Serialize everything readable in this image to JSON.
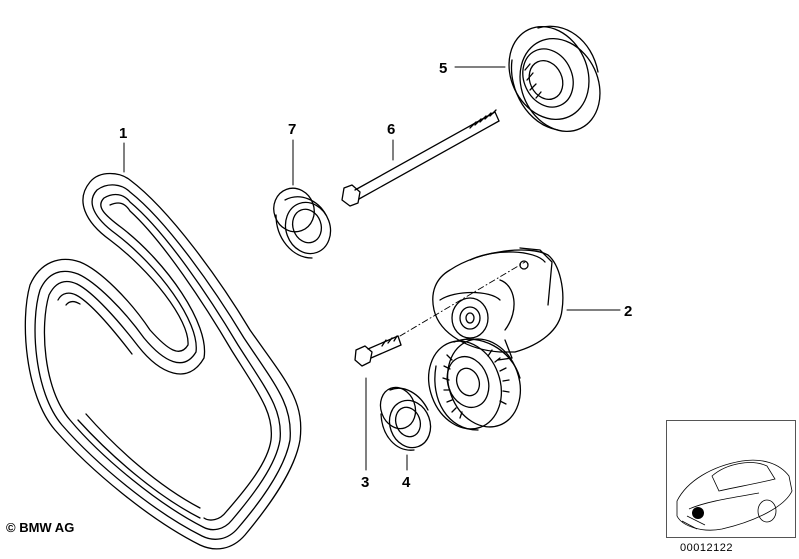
{
  "callouts": {
    "c1": "1",
    "c2": "2",
    "c3": "3",
    "c4": "4",
    "c5": "5",
    "c6": "6",
    "c7": "7"
  },
  "footer": {
    "copyright": "© BMW AG",
    "diagram_id": "00012122"
  }
}
